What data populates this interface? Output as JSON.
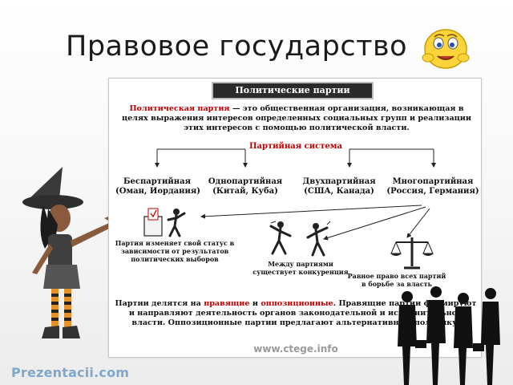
{
  "slide": {
    "title": "Правовое государство",
    "brand": "Prezentacii.com"
  },
  "panel": {
    "header": "Политические партии",
    "definition_term": "Политическая партия",
    "definition_rest": " — это общественная организация, возникающая в целях выражения интересов определенных социальных групп и реализации этих интересов с помощью политической власти.",
    "party_system": "Партийная система",
    "types": [
      {
        "name": "Беспартийная",
        "examples": "(Оман, Иордания)"
      },
      {
        "name": "Однопартийная",
        "examples": "(Китай, Куба)"
      },
      {
        "name": "Двухпартийная",
        "examples": "(США, Канада)"
      },
      {
        "name": "Многопартийная",
        "examples": "(Россия, Германия)"
      }
    ],
    "captions": {
      "status": "Партия изменяет свой статус в зависимости от результатов политических выборов",
      "competition": "Между партиями существует конкуренция",
      "equal_rights": "Равное право всех партий в борьбе за власть"
    },
    "bottom_pre": "Партии делятся на ",
    "bottom_ruling": "правящие",
    "bottom_and": " и ",
    "bottom_opposition": "оппозиционные",
    "bottom_rest": ". Правящие партии формируют и направляют деятельность органов законодательной и исполнительной власти. Оппозиционные партии предлагают альтернативную политику.",
    "site": "www.ctege.info"
  },
  "colors": {
    "accent_red": "#c00000",
    "header_bg": "#2b2b2b",
    "brand": "#7fa7c9"
  },
  "icons": [
    "smiley-icon",
    "witch-illustration",
    "ballot-box-icon",
    "dueling-figures-icon",
    "scales-icon",
    "business-people-illustration"
  ]
}
